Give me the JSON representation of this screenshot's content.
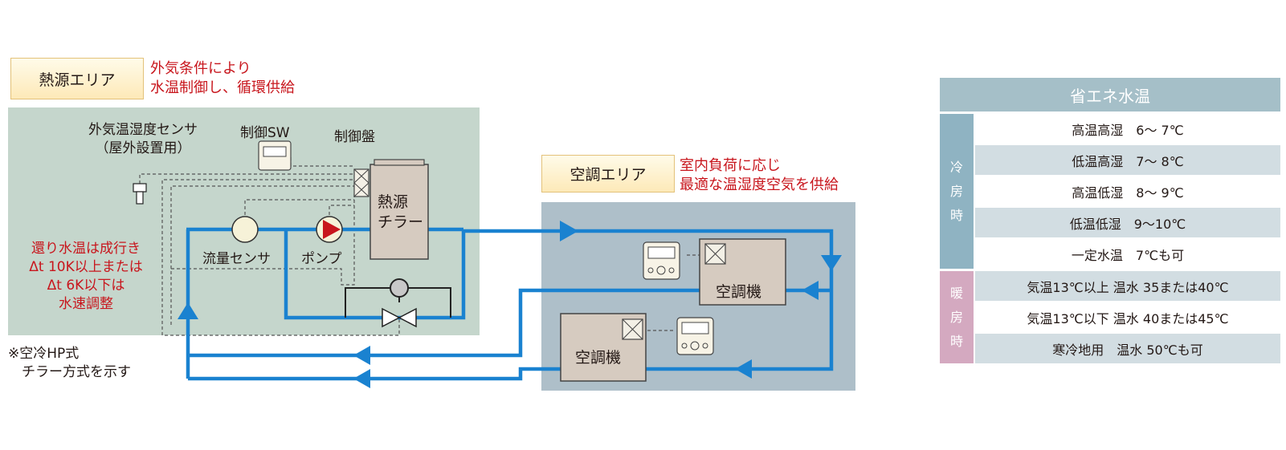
{
  "heat_source_area": {
    "label": "熱源エリア",
    "note_lines": [
      "外気条件により",
      "水温制御し、循環供給"
    ],
    "sensor_label_lines": [
      "外気温湿度センサ",
      "（屋外設置用）"
    ],
    "control_sw_label": "制御SW",
    "control_panel_label": "制御盤",
    "chiller_label_lines": [
      "熱源",
      "チラー"
    ],
    "flow_sensor_label": "流量センサ",
    "pump_label": "ポンプ",
    "return_note_lines": [
      "還り水温は成行き",
      "Δt 10K以上または",
      "Δt 6K以下は",
      "水速調整"
    ],
    "footnote_lines": [
      "※空冷HP式",
      "　チラー方式を示す"
    ]
  },
  "ac_area": {
    "label": "空調エリア",
    "note_lines": [
      "室内負荷に応じ",
      "最適な温湿度空気を供給"
    ],
    "unit_label": "空調機"
  },
  "table": {
    "title": "省エネ水温",
    "groups": [
      {
        "label": [
          "冷",
          "房",
          "時"
        ],
        "color": "#8fb3c2",
        "rows": [
          "高温高湿　6～ 7℃",
          "低温高湿　7～ 8℃",
          "高温低湿　8～ 9℃",
          "低温低湿　9～10℃",
          "一定水温　7℃も可"
        ]
      },
      {
        "label": [
          "暖",
          "房",
          "時"
        ],
        "color": "#d4a9c0",
        "rows": [
          "気温13℃以上 温水 35または40℃",
          "気温13℃以下 温水 40または45℃",
          "寒冷地用　温水 50℃も可"
        ]
      }
    ]
  },
  "colors": {
    "pipe": "#1a82d0",
    "heat_zone": "#c5d6cc",
    "ac_zone": "#aebfc9",
    "note_red": "#c8161d",
    "equipment": "#d6cbc0"
  }
}
